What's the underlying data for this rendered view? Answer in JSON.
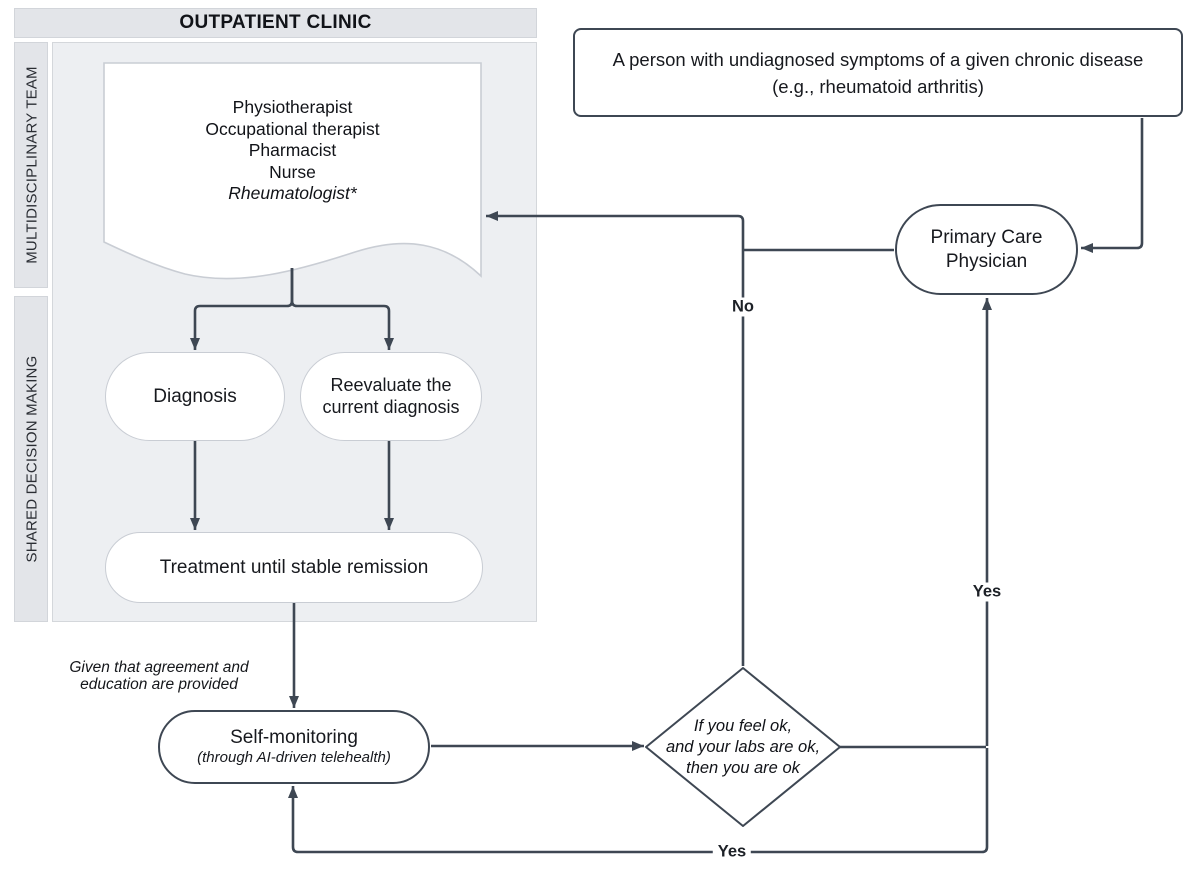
{
  "colors": {
    "connector": "#3e4753",
    "dark_node_border": "#3e4753",
    "light_node_border": "#c9cdd4",
    "lane_fill": "#e3e5e9",
    "panel_fill": "#edeff2",
    "node_fill": "#ffffff",
    "text": "#111318"
  },
  "clinic_panel": {
    "title": "OUTPATIENT CLINIC",
    "lanes": [
      {
        "label": "MULTIDISCIPLINARY TEAM"
      },
      {
        "label": "SHARED DECISION MAKING"
      }
    ]
  },
  "nodes": {
    "team_document": {
      "lines": [
        "Physiotherapist",
        "Occupational therapist",
        "Pharmacist",
        "Nurse"
      ],
      "italic_line": "Rheumatologist*"
    },
    "diagnosis": {
      "label": "Diagnosis"
    },
    "reevaluate": {
      "lines": [
        "Reevaluate the",
        "current diagnosis"
      ]
    },
    "treatment": {
      "label": "Treatment until stable remission"
    },
    "self_monitoring": {
      "title": "Self-monitoring",
      "subtitle": "(through AI-driven telehealth)"
    },
    "decision_diamond": {
      "lines": [
        "If you feel ok,",
        "and your labs are ok,",
        "then you are ok"
      ]
    },
    "primary_care_physician": {
      "lines": [
        "Primary Care",
        "Physician"
      ]
    },
    "person_symptoms": {
      "lines": [
        "A person with undiagnosed symptoms of a given chronic disease",
        "(e.g., rheumatoid arthritis)"
      ]
    }
  },
  "annotations": {
    "agreement_note": {
      "lines": [
        "Given that agreement and",
        "education are provided"
      ]
    }
  },
  "edge_labels": {
    "no": "No",
    "yes_to_pcp": "Yes",
    "yes_return": "Yes"
  }
}
